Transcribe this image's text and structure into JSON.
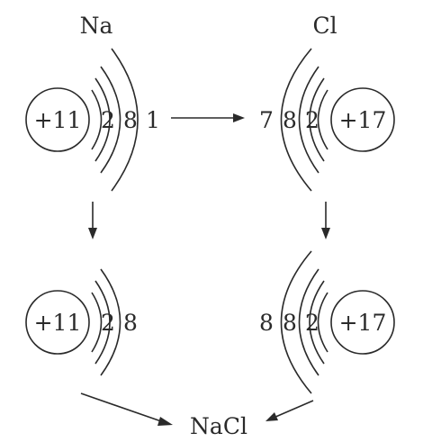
{
  "atoms": {
    "na": {
      "symbol": "Na",
      "nucleus": "+11",
      "electrons": [
        "2",
        "8",
        "1"
      ]
    },
    "cl": {
      "symbol": "Cl",
      "nucleus": "+17",
      "electrons": [
        "7",
        "8",
        "2"
      ]
    }
  },
  "ions": {
    "na": {
      "nucleus": "+11",
      "electrons": [
        "2",
        "8"
      ]
    },
    "cl": {
      "nucleus": "+17",
      "electrons": [
        "8",
        "8",
        "2"
      ]
    }
  },
  "product": "NaCl"
}
